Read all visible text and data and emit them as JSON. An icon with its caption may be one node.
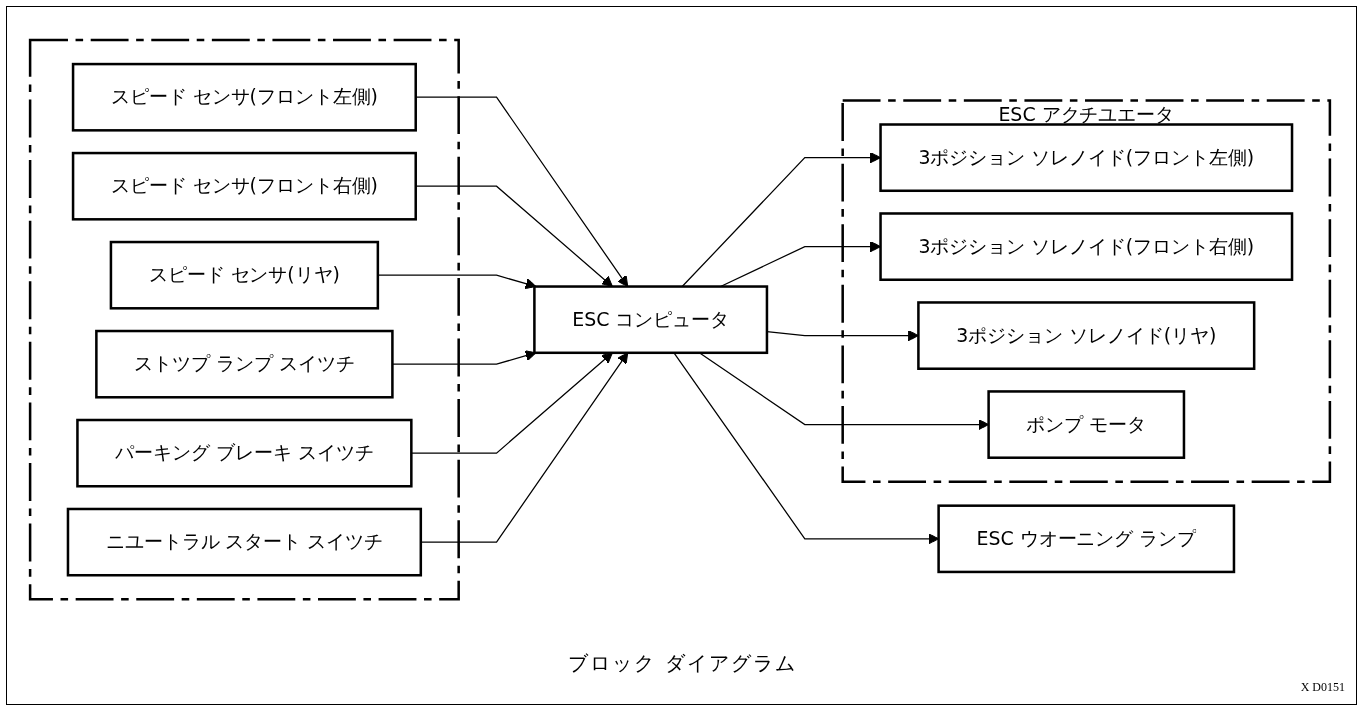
{
  "diagram": {
    "caption": "ブロック ダイアグラム",
    "nodes": [
      {
        "text": [],
        "shape": "box"
      },
      {
        "text": [
          "スピード センサ(フロント左側)"
        ],
        "in": 0
      },
      {
        "text": [
          "スピード センサ(フロント右側)"
        ],
        "in": 0
      },
      {
        "text": [
          "スピード センサ(リヤ)"
        ],
        "in": 0
      },
      {
        "text": [
          "ストツプ ランプ スイツチ"
        ],
        "in": 0
      },
      {
        "text": [
          "パーキング ブレーキ スイツチ"
        ],
        "in": 0
      },
      {
        "text": [
          "ニユートラル スタート スイツチ"
        ],
        "in": 0
      },
      {
        "text": [
          "ESC コンピュータ"
        ]
      },
      {
        "text": [
          "ESC アクチユエータ"
        ]
      },
      {
        "text": [
          "3ポジション ソレノイド(フロント左側)"
        ],
        "in": 8
      },
      {
        "text": [
          "3ポジション ソレノイド(フロント右側)"
        ],
        "in": 8
      },
      {
        "text": [
          "3ポジション ソレノイド(リヤ)"
        ],
        "in": 8
      },
      {
        "text": [
          "ポンプ モータ"
        ],
        "in": 8
      },
      {
        "text": [
          "ESC ウオーニング ランプ"
        ]
      }
    ],
    "edges": [
      {
        "from": 1,
        "to": 7,
        "arrow": "to"
      },
      {
        "from": 2,
        "to": 7,
        "arrow": "to"
      },
      {
        "from": 3,
        "to": 7,
        "arrow": "to"
      },
      {
        "from": 4,
        "to": 7,
        "arrow": "to"
      },
      {
        "from": 5,
        "to": 7,
        "arrow": "to"
      },
      {
        "from": 6,
        "to": 7,
        "arrow": "to"
      },
      {
        "from": 7,
        "to": 9,
        "arrow": "to"
      },
      {
        "from": 7,
        "to": 10,
        "arrow": "to"
      },
      {
        "from": 7,
        "to": 11,
        "arrow": "to"
      },
      {
        "from": 7,
        "to": 12,
        "arrow": "to"
      },
      {
        "from": 7,
        "to": 13,
        "arrow": "to"
      }
    ],
    "labels": [
      "X D0151"
    ]
  }
}
